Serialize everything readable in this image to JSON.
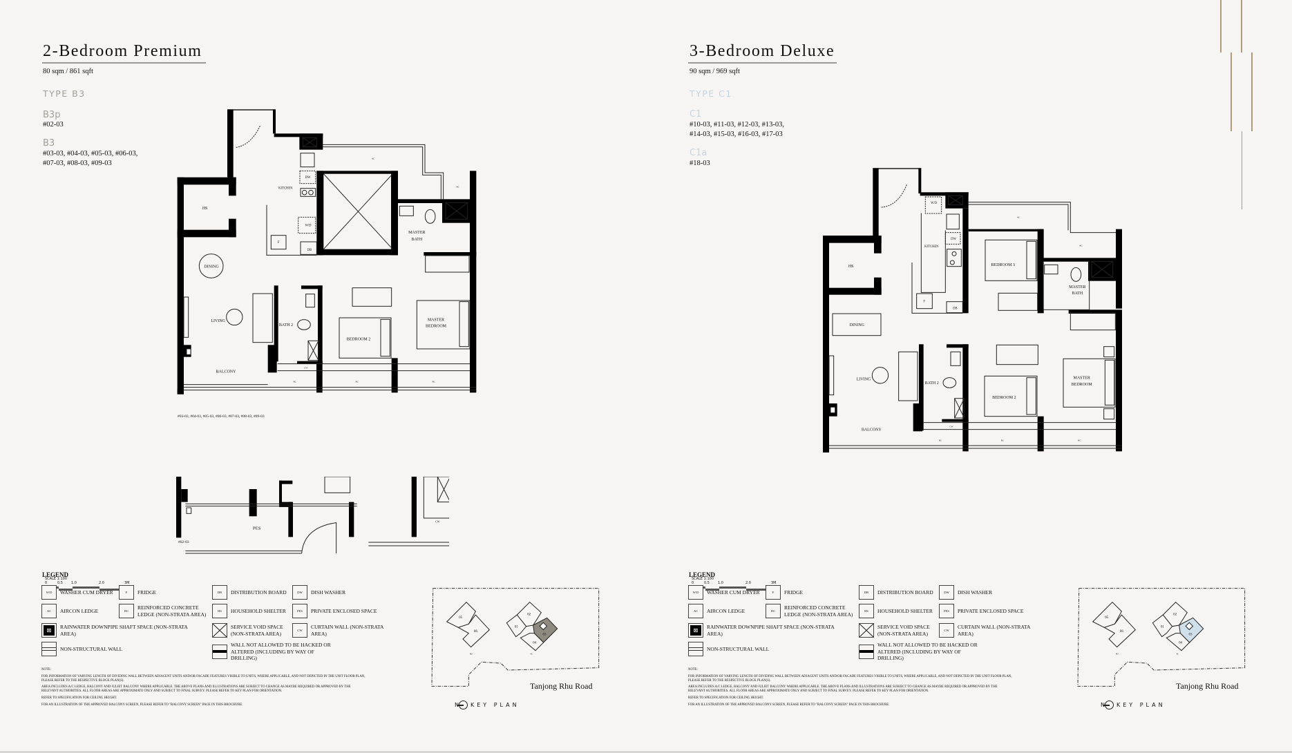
{
  "units": [
    {
      "title": "2-Bedroom Premium",
      "area": "80 sqm / 861 sqft",
      "type": "TYPE B3",
      "type_color": "#a39e98",
      "variants": [
        {
          "name": "B3p",
          "units": "#02-03"
        },
        {
          "name": "B3",
          "units_line1": "#03-03, #04-03, #05-03, #06-03,",
          "units_line2": "#07-03, #08-03, #09-03"
        }
      ],
      "plan_caption": "#03-03, #04-03, #05-03, #06-03, #07-03, #08-03, #09-03",
      "partial_caption": "#02-03",
      "rooms": {
        "kitchen": "KITCHEN",
        "hs": "HS",
        "dining": "DINING",
        "living": "LIVING",
        "bath2": "BATH 2",
        "bedroom2": "BEDROOM 2",
        "master_bedroom_1": "MASTER",
        "master_bedroom_2": "BEDROOM",
        "master_bath_1": "MASTER",
        "master_bath_2": "BATH",
        "balcony": "BALCONY",
        "ac": "AC",
        "rc": "RC",
        "cw": "CW",
        "f": "F",
        "db": "DB",
        "dw": "DW",
        "wd": "W/D",
        "pes": "PES"
      },
      "highlight_color": "#8f8a80"
    },
    {
      "title": "3-Bedroom Deluxe",
      "area": "90 sqm / 969 sqft",
      "type": "TYPE C1",
      "type_color": "#c3d5e0",
      "variants": [
        {
          "name": "C1",
          "units_line1": "#10-03, #11-03, #12-03, #13-03,",
          "units_line2": "#14-03, #15-03, #16-03, #17-03"
        },
        {
          "name": "C1a",
          "units": "#18-03"
        }
      ],
      "rooms": {
        "kitchen": "KITCHEN",
        "hs": "HS",
        "dining": "DINING",
        "living": "LIVING",
        "bath2": "BATH 2",
        "bedroom2": "BEDROOM 2",
        "bedroom3": "BEDROOM 3",
        "master_bedroom_1": "MASTER",
        "master_bedroom_2": "BEDROOM",
        "master_bath_1": "MASTER",
        "master_bath_2": "BATH",
        "balcony": "BALCONY",
        "ac": "AC",
        "rc": "RC",
        "cw": "CW",
        "f": "F",
        "db": "DB",
        "dw": "DW",
        "wd": "W/D"
      },
      "highlight_color": "#cfe0ea"
    }
  ],
  "scale": {
    "label": "SCALE 1:100",
    "ticks": [
      "0",
      "0.5",
      "1.0",
      "2.0",
      "3M"
    ]
  },
  "legend": {
    "heading": "LEGEND",
    "items": [
      {
        "code": "W/D",
        "label": "WASHER CUM DRYER"
      },
      {
        "code": "F",
        "label": "FRIDGE"
      },
      {
        "code": "DB",
        "label": "DISTRIBUTION BOARD"
      },
      {
        "code": "DW",
        "label": "DISH WASHER"
      },
      {
        "code": "AC",
        "label": "AIRCON LEDGE"
      },
      {
        "code": "RC",
        "label": "REINFORCED CONCRETE LEDGE (NON-STRATA AREA)"
      },
      {
        "code": "HS",
        "label": "HOUSEHOLD SHELTER"
      },
      {
        "code": "PES",
        "label": "PRIVATE ENCLOSED SPACE"
      },
      {
        "code": "",
        "label": "RAINWATER DOWNPIPE SHAFT SPACE (NON-STRATA AREA)"
      },
      {
        "code": "",
        "label": "SERVICE VOID SPACE (NON-STRATA AREA)"
      },
      {
        "code": "CW",
        "label": "CURTAIN WALL (NON-STRATA AREA)"
      },
      {
        "code": "",
        "label": "NON-STRUCTURAL WALL"
      },
      {
        "code": "",
        "label": "WALL NOT ALLOWED TO BE HACKED OR ALTERED (INCLUDING BY WAY OF DRILLING)"
      }
    ]
  },
  "notes": [
    "NOTE:",
    "FOR INFORMATION OF VARYING LENGTH OF DIVIDING WALL BETWEEN ADJACENT UNITS AND/OR FACADE FEATURES VISIBLE TO UNITS, WHERE APPLICABLE, AND NOT DEPICTED IN THE UNIT FLOOR PLAN, PLEASE REFER TO THE RESPECTIVE BLOCK PLAN(S).",
    "AREA INCLUDES A/C LEDGE, BALCONY AND JULIET BALCONY WHERE APPLICABLE. THE ABOVE PLANS AND ILLUSTRATIONS ARE SUBJECT TO CHANGE AS MAYBE REQUIRED OR APPROVED BY THE RELEVANT AUTHORITIES. ALL FLOOR AREAS ARE APPROXIMATE ONLY AND SUBJECT TO FINAL SURVEY. PLEASE REFER TO KEY PLAN FOR ORIENTATION.",
    "REFER TO SPECIFICATION FOR CEILING HEIGHT.",
    "FOR AN ILLUSTRATION OF THE APPROVED BALCONY SCREEN, PLEASE REFER TO \"BALCONY SCREEN\" PAGE IN THIS BROCHURE."
  ],
  "key_plan": {
    "road": "Tanjong Rhu Road",
    "label": "KEY PLAN",
    "north": "N",
    "blocks": [
      "4D",
      "4C"
    ],
    "tiles": [
      "05",
      "06",
      "01",
      "02",
      "03",
      "04"
    ]
  },
  "accent_color": "#b09a77"
}
